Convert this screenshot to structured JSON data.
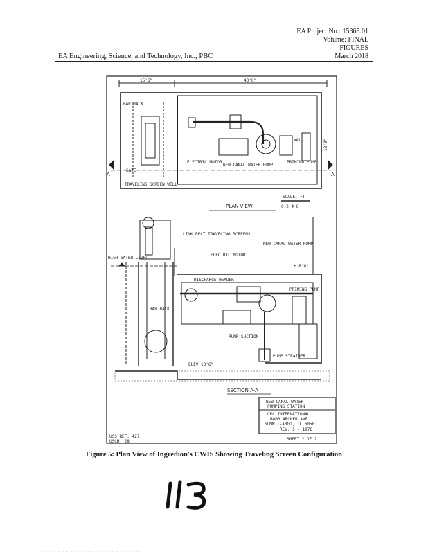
{
  "header": {
    "project_no": "EA Project No.: 15365.01",
    "volume": "Volume: FINAL",
    "section": "FIGURES",
    "date": "March 2018",
    "company": "EA Engineering, Science, and Technology, Inc., PBC"
  },
  "drawing": {
    "plan_view_title": "PLAN VIEW",
    "dim_left": "15'6\"",
    "dim_top": "40'0\"",
    "dim_right": "18'0\"",
    "scale": "SCALE, FT",
    "scale_ticks": "0  2  4  6",
    "section_marker": "A",
    "plan_labels": {
      "bar_rack": "BAR RACK",
      "gate": "GATE",
      "traveling_screen_well": "TRAVELING SCREEN WELL",
      "electric_motor": "ELECTRIC MOTOR",
      "new_canal_water_pump": "NEW CANAL WATER PUMP",
      "wall": "WALL",
      "priming_pump": "PRIMING PUMP"
    },
    "section_labels": {
      "belt_screens": "LINK BELT TRAVELING SCREENS",
      "new_canal_water_pump": "NEW CANAL WATER PUMP",
      "electric_motor": "ELECTRIC MOTOR",
      "discharge_header": "DISCHARGE HEADER",
      "high_water_level": "HIGH WATER LEVEL",
      "bar_rack": "BAR RACK",
      "priming_pump": "PRIMING PUMP",
      "pump_suction": "PUMP SUCTION",
      "pump_strainer": "PUMP STRAINER",
      "elev_top": "+ 8'0\"",
      "elev_bottom": "ELEV 13'6\""
    },
    "section_title": "SECTION A-A",
    "title_block": {
      "line1": "NEW CANAL WATER",
      "line2": "PUMPING STATION",
      "line3": "CPC INTERNATIONAL",
      "line4": "6400 ARCHER AVE.",
      "line5": "SUMMIT-ARGO, IL 60501",
      "line6": "REV. 1 - 1976"
    },
    "sheet": "SHEET 2 OF 2",
    "ref_left_1": "USS REF. 427",
    "ref_left_2": "USCH. 28"
  },
  "caption": "Figure 5:  Plan View of Ingredion's CWIS Showing Traveling Screen Configuration",
  "page_number_handwritten": "113"
}
